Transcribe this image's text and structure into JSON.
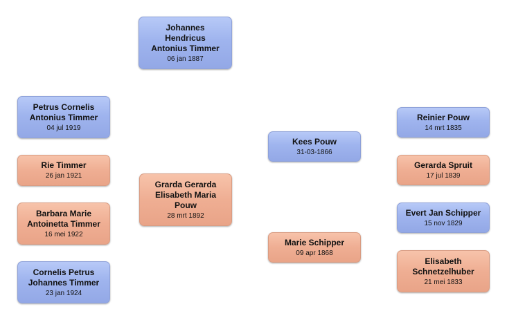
{
  "people": {
    "father": {
      "name": "Johannes Hendricus Antonius Timmer",
      "date": "06 jan 1887"
    },
    "mother": {
      "name": "Grarda Gerarda Elisabeth Maria Pouw",
      "date": "28 mrt 1892"
    },
    "children": [
      {
        "name": "Petrus Cornelis Antonius Timmer",
        "date": "04 jul 1919"
      },
      {
        "name": "Rie Timmer",
        "date": "26 jan 1921"
      },
      {
        "name": "Barbara Marie Antoinetta Timmer",
        "date": "16 mei 1922"
      },
      {
        "name": "Cornelis Petrus Johannes Timmer",
        "date": "23 jan 1924"
      }
    ],
    "maternal_grandfather": {
      "name": "Kees Pouw",
      "date": "31-03-1866"
    },
    "maternal_grandmother": {
      "name": "Marie Schipper",
      "date": "09 apr 1868"
    },
    "great_grandparents": [
      {
        "name": "Reinier Pouw",
        "date": "14 mrt 1835"
      },
      {
        "name": "Gerarda Spruit",
        "date": "17 jul 1839"
      },
      {
        "name": "Evert Jan Schipper",
        "date": "15 nov 1829"
      },
      {
        "name": "Elisabeth Schnetzelhuber",
        "date": "21 mei 1833"
      }
    ]
  },
  "colors": {
    "male": "#9fb4ee",
    "female": "#efae93"
  }
}
